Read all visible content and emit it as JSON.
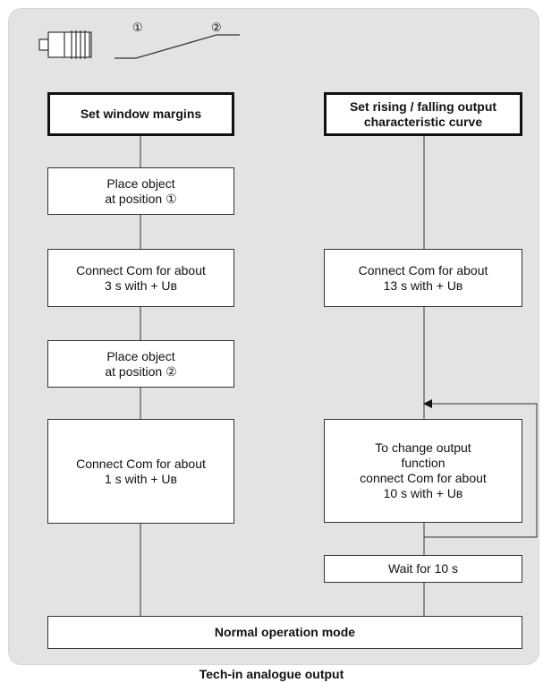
{
  "diagram": {
    "position_markers": [
      "①",
      "②"
    ],
    "left_flow": {
      "title": "Set window margins",
      "steps": [
        "Place object\nat position ①",
        "Connect Com for about\n3 s with + Uʙ",
        "Place object\nat position ②",
        "Connect Com for about\n1 s with + Uʙ"
      ]
    },
    "right_flow": {
      "title": "Set rising / falling output\ncharacteristic curve",
      "steps": [
        "Connect Com for about\n13 s with + Uʙ",
        "To change output\nfunction\nconnect Com for about\n10 s with + Uʙ",
        "Wait for 10 s"
      ]
    },
    "final_step": "Normal operation mode",
    "caption": "Tech-in analogue output"
  },
  "colors": {
    "panel_background": "#e3e3e3",
    "box_background": "#ffffff",
    "line": "#333333"
  }
}
